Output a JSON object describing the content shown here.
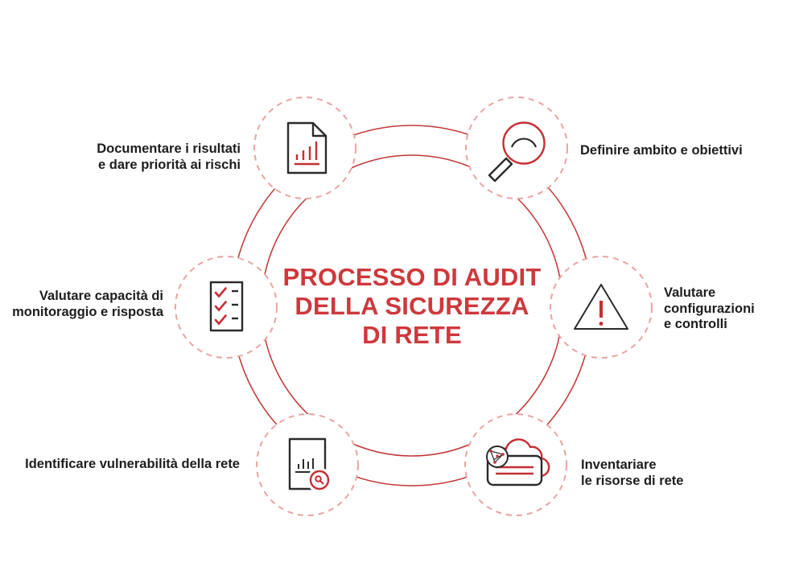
{
  "title": {
    "lines": [
      "PROCESSO DI AUDIT",
      "DELLA SICUREZZA",
      "DI RETE"
    ]
  },
  "steps": [
    {
      "name": "definire-ambito",
      "icon": "magnifier-icon",
      "lines": [
        "Definire ambito e obiettivi"
      ]
    },
    {
      "name": "valutare-configurazioni",
      "icon": "warning-triangle-icon",
      "lines": [
        "Valutare",
        "configurazioni",
        "e controlli"
      ]
    },
    {
      "name": "inventariare-risorse",
      "icon": "cloud-network-icon",
      "lines": [
        "Inventariare",
        "le risorse di rete"
      ]
    },
    {
      "name": "identificare-vulnerabilita",
      "icon": "document-search-icon",
      "lines": [
        "Identificare vulnerabilità della rete"
      ]
    },
    {
      "name": "valutare-monitoraggio",
      "icon": "checklist-icon",
      "lines": [
        "Valutare capacità di",
        "monitoraggio e risposta"
      ]
    },
    {
      "name": "documentare-risultati",
      "icon": "document-chart-icon",
      "lines": [
        "Documentare i risultati",
        "e dare priorità ai rischi"
      ]
    }
  ],
  "colors": {
    "title_red": "#CE383C",
    "ring_red": "#C23634",
    "dashed_circle_pink": "#E8A4A1",
    "icon_red": "#C42F33",
    "icon_black": "#2B2B2B",
    "label_text": "#1D1D1D",
    "background": "#FFFFFF"
  }
}
